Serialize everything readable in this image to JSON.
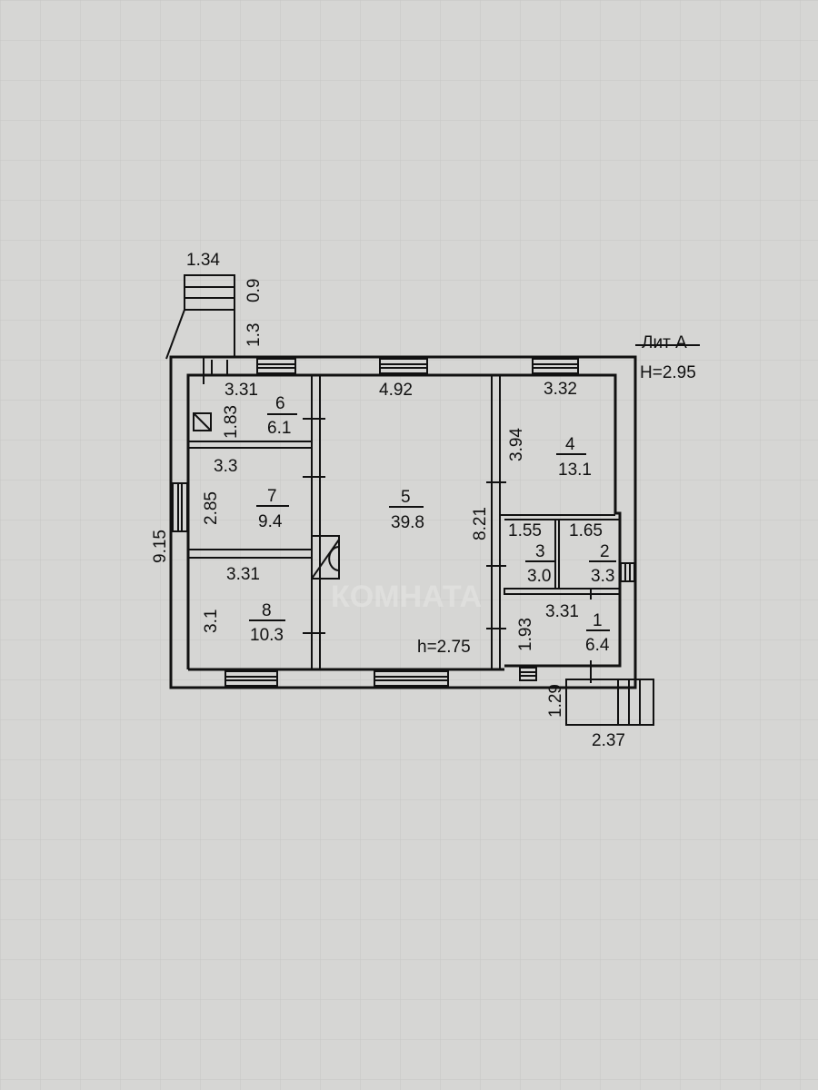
{
  "title": {
    "line1": "Лит А",
    "line2": "H=2.95"
  },
  "watermark": "КОМНАТА",
  "rooms": [
    {
      "number": "1",
      "area": "6.4",
      "width": "3.31",
      "length": "1.93"
    },
    {
      "number": "2",
      "area": "3.3",
      "width": "1.65"
    },
    {
      "number": "3",
      "area": "3.0",
      "width": "1.55"
    },
    {
      "number": "4",
      "area": "13.1",
      "width": "3.32",
      "length": "3.94"
    },
    {
      "number": "5",
      "area": "39.8",
      "width": "4.92",
      "length": "8.21",
      "height": "h=2.75"
    },
    {
      "number": "6",
      "area": "6.1",
      "width": "3.31",
      "length": "1.83"
    },
    {
      "number": "7",
      "area": "9.4",
      "width": "3.3",
      "length": "2.85"
    },
    {
      "number": "8",
      "area": "10.3",
      "width": "3.31",
      "length": "3.1"
    }
  ],
  "building": {
    "overall_length": "9.15"
  },
  "porch_top": {
    "width": "1.34",
    "stair_depth": "0.9",
    "depth": "1.3"
  },
  "porch_bottom": {
    "width": "2.37",
    "depth": "1.29"
  }
}
